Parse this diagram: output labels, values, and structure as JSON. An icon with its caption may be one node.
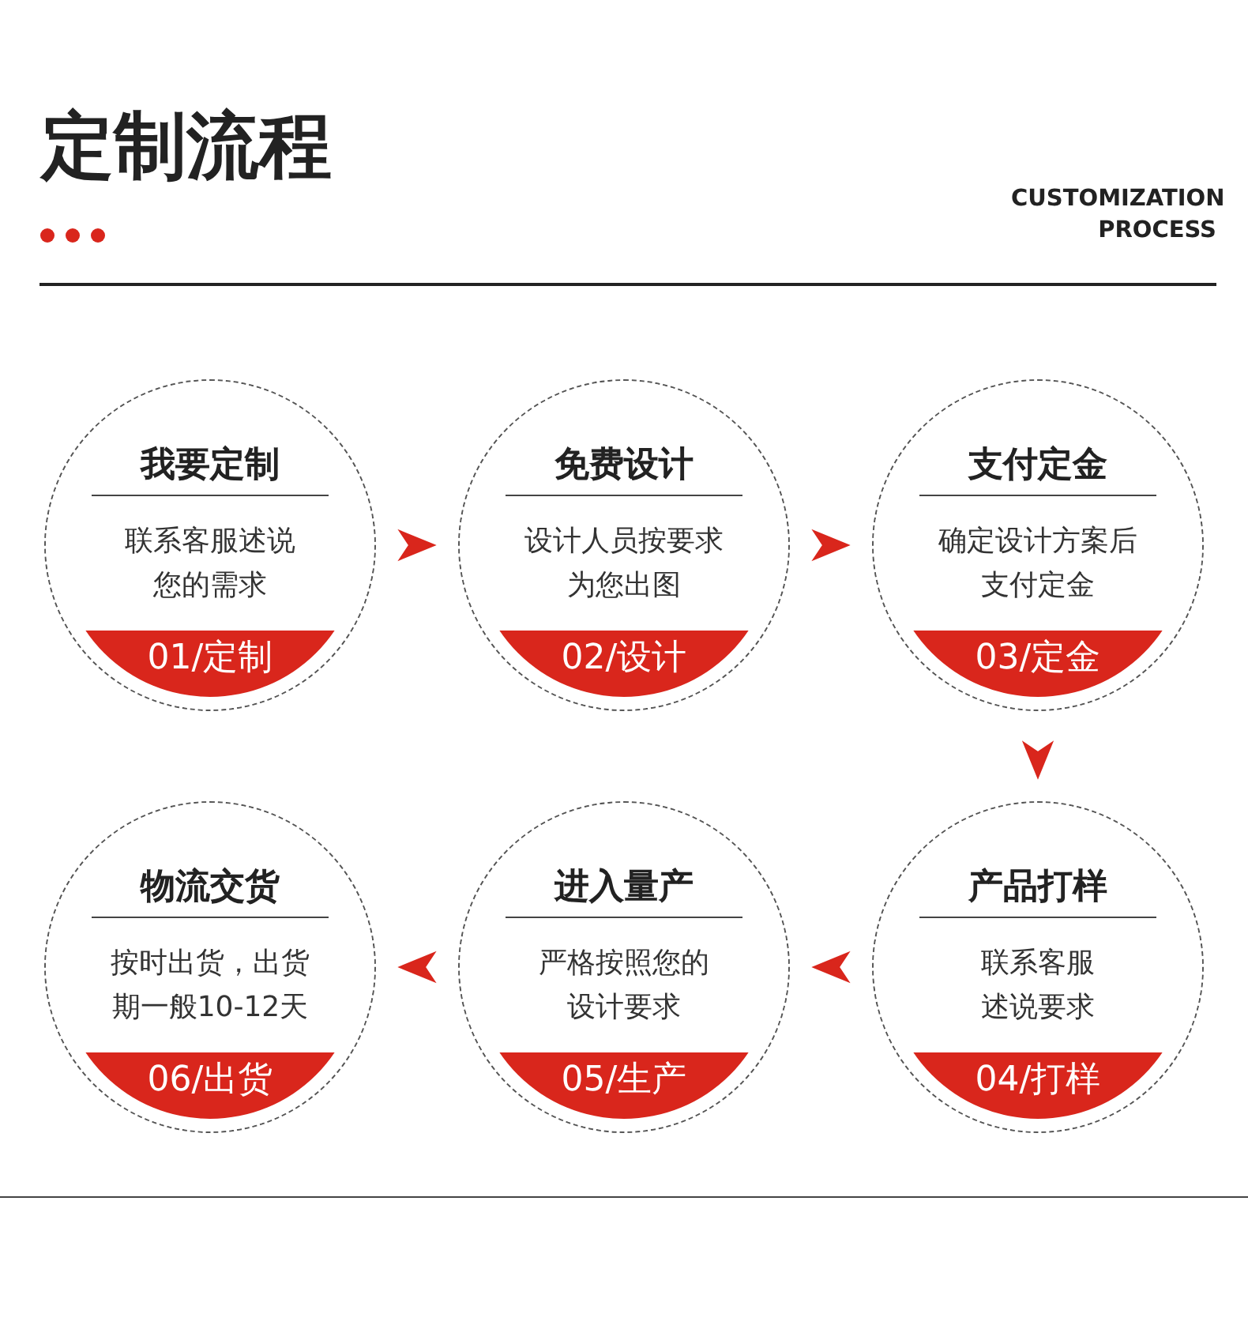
{
  "diagram": {
    "title": "定制流程",
    "nodes": [
      {
        "text": [
          "我要定制",
          "联系客服述说您的需求",
          "01/定制"
        ]
      },
      {
        "text": [
          "免费设计",
          "设计人员按要求为您出图",
          "02/设计"
        ]
      },
      {
        "text": [
          "支付定金",
          "确定设计方案后支付定金",
          "03/定金"
        ]
      },
      {
        "text": [
          "物流交货",
          "按时出货，出货期一般10-12天",
          "06/出货"
        ]
      },
      {
        "text": [
          "进入量产",
          "严格按照您的设计要求",
          "05/生产"
        ]
      },
      {
        "text": [
          "产品打样",
          "联系客服述说要求",
          "04/打样"
        ]
      }
    ],
    "edges": [
      {
        "from": 0,
        "to": 1,
        "arrow": "to"
      },
      {
        "from": 1,
        "to": 2,
        "arrow": "to"
      },
      {
        "from": 2,
        "to": 5,
        "arrow": "to"
      },
      {
        "from": 5,
        "to": 4,
        "arrow": "to"
      },
      {
        "from": 4,
        "to": 3,
        "arrow": "to"
      }
    ],
    "labels": [
      "CUSTOMIZATION PROCESS"
    ]
  }
}
